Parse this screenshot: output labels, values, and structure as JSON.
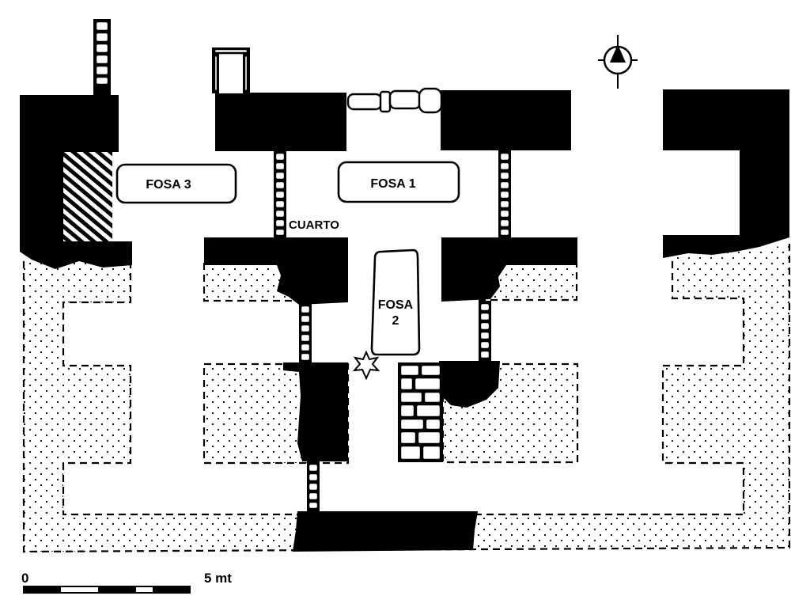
{
  "labels": {
    "fosa1": "FOSA 1",
    "fosa2_line1": "FOSA",
    "fosa2_line2": "2",
    "fosa3": "FOSA 3",
    "cuarto": "CUARTO"
  },
  "scale": {
    "start": "0",
    "end": "5 mt"
  },
  "icons": {
    "north": "north-arrow-icon",
    "marker": "star-marker-icon"
  },
  "colors": {
    "ink": "#000000",
    "paper": "#ffffff"
  }
}
